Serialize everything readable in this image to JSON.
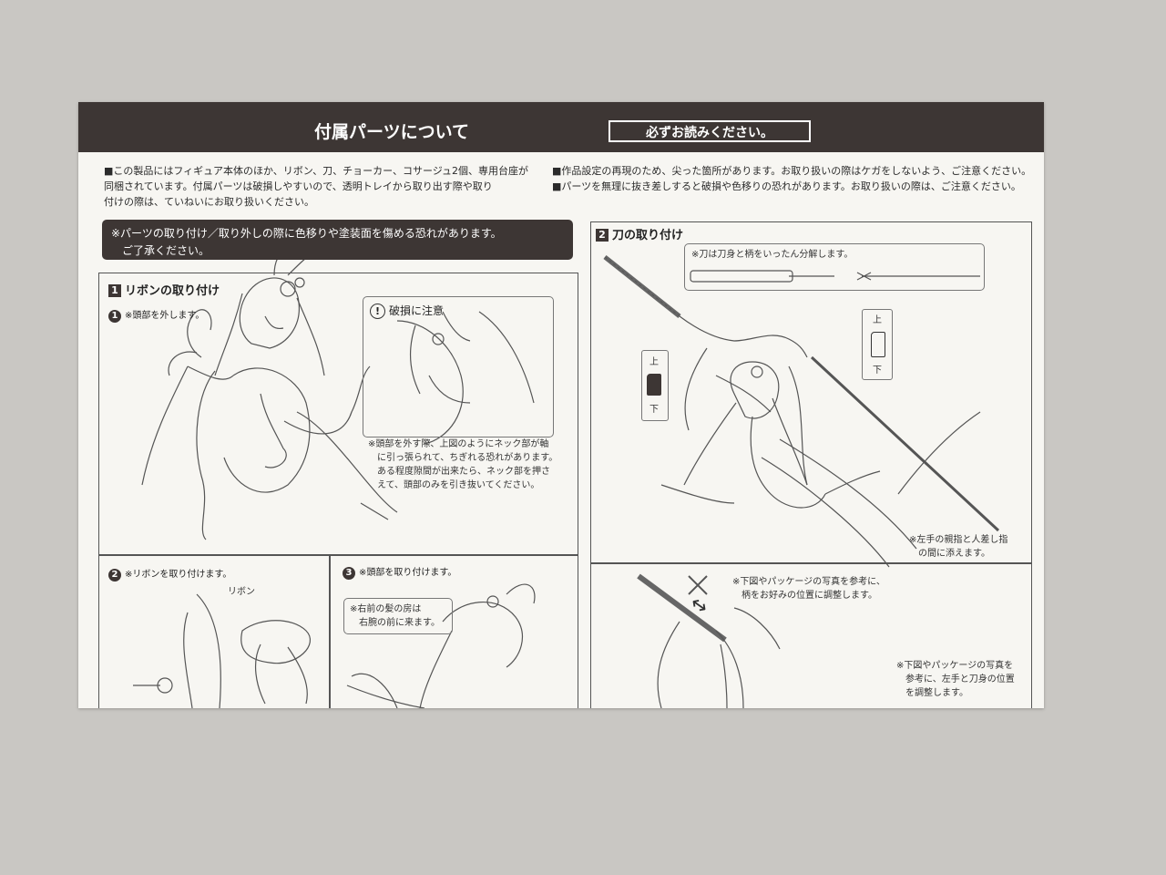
{
  "header": {
    "title": "付属パーツについて",
    "readme": "必ずお読みください。"
  },
  "intro_left": [
    "■この製品にはフィギュア本体のほか、リボン、刀、チョーカー、コサージュ2個、専用台座が",
    "同梱されています。付属パーツは破損しやすいので、透明トレイから取り出す際や取り",
    "付けの際は、ていねいにお取り扱いください。"
  ],
  "intro_right": [
    "■作品設定の再現のため、尖った箇所があります。お取り扱いの際はケガをしないよう、ご注意ください。",
    "■パーツを無理に抜き差しすると破損や色移りの恐れがあります。お取り扱いの際は、ご注意ください。"
  ],
  "warning": [
    "※パーツの取り付け／取り外しの際に色移りや塗装面を傷める恐れがあります。",
    "ご了承ください。"
  ],
  "section1": {
    "number": "1",
    "title": "リボンの取り付け",
    "step1_num": "1",
    "step1_text": "※頭部を外します。",
    "caution_title": "破損に注意",
    "caution_text": [
      "※頭部を外す際、上図のようにネック部が軸",
      "に引っ張られて、ちぎれる恐れがあります。",
      "ある程度隙間が出来たら、ネック部を押さ",
      "えて、頭部のみを引き抜いてください。"
    ],
    "step2_num": "2",
    "step2_text": "※リボンを取り付けます。",
    "ribbon_label": "リボン",
    "step3_num": "3",
    "step3_text": "※頭部を取り付けます。",
    "hair_note": [
      "※右前の髪の房は",
      "右腕の前に来ます。"
    ]
  },
  "section2": {
    "number": "2",
    "title": "刀の取り付け",
    "disassemble_note": "※刀は刀身と柄をいったん分解します。",
    "up": "上",
    "down": "下",
    "left_hand_note": [
      "※左手の親指と人差し指",
      "の間に添えます。"
    ],
    "adjust_note1": [
      "※下図やパッケージの写真を参考に、",
      "柄をお好みの位置に調整します。"
    ],
    "adjust_note2": [
      "※下図やパッケージの写真を",
      "参考に、左手と刀身の位置",
      "を調整します。"
    ]
  },
  "colors": {
    "dark_band": "#3d3634",
    "paper": "#f7f6f2",
    "background": "#c9c7c3"
  }
}
